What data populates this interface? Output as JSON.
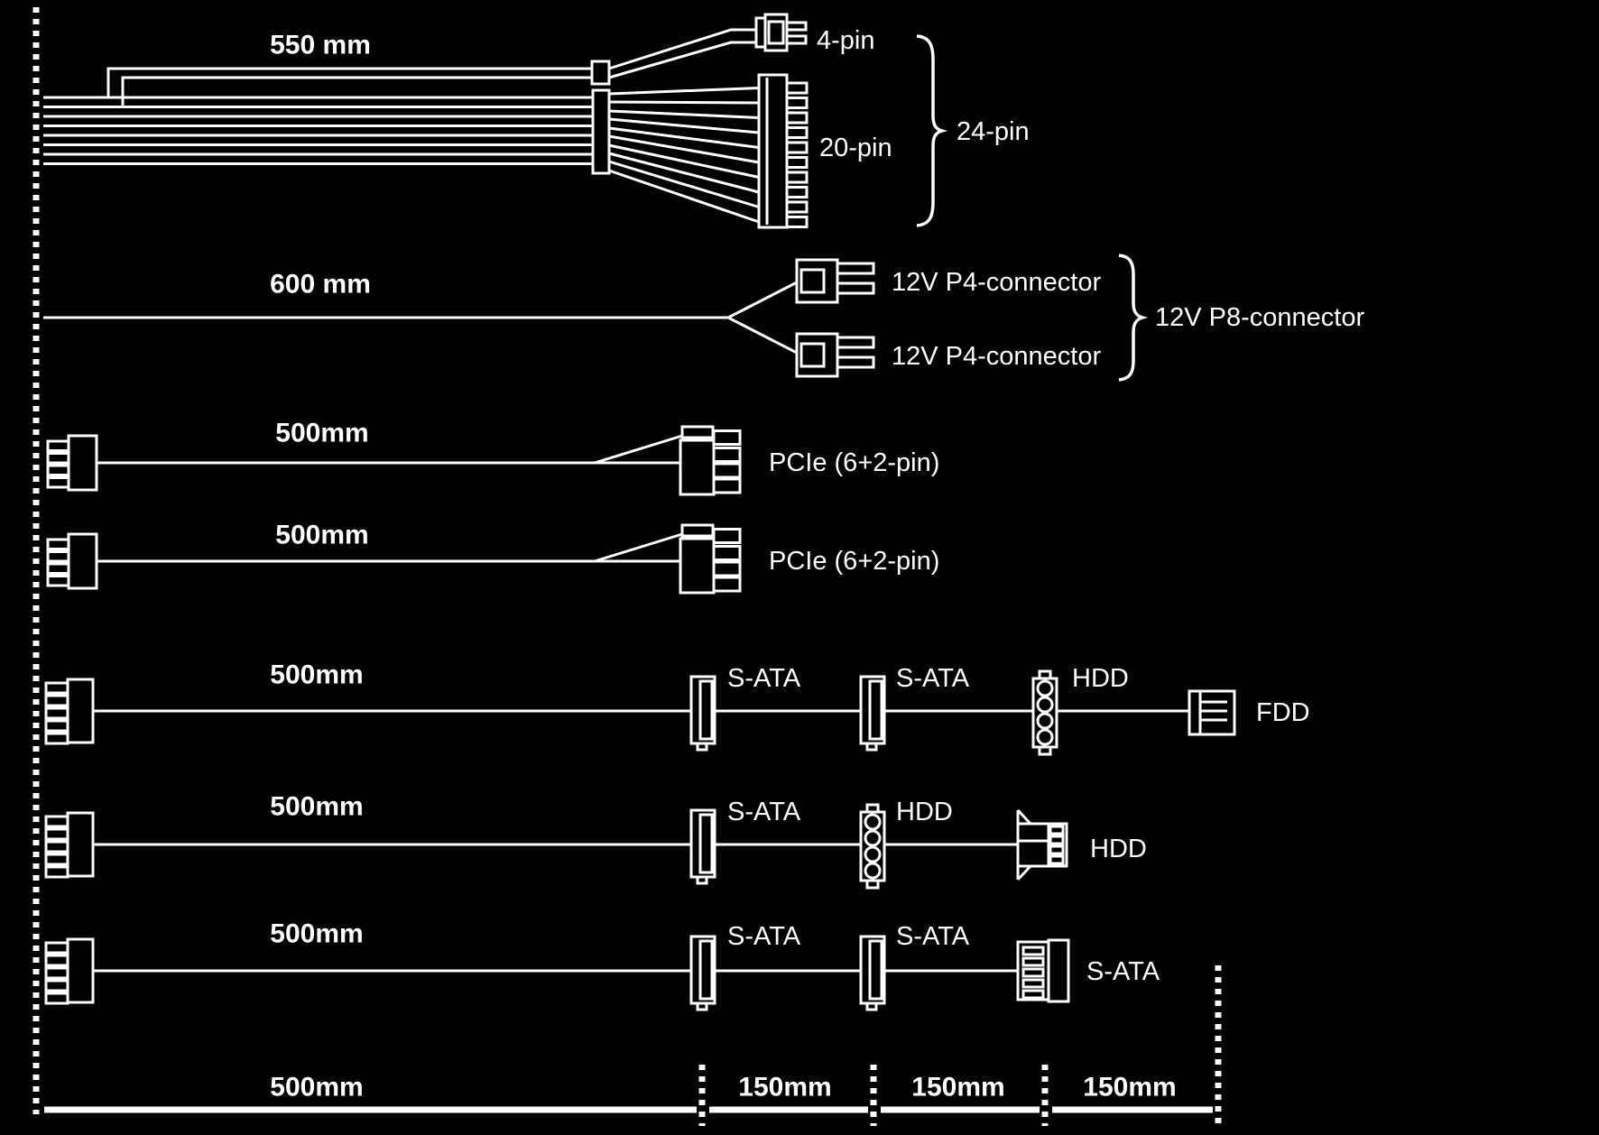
{
  "colors": {
    "background": "#000000",
    "line": "#ffffff"
  },
  "atx": {
    "length": "550 mm",
    "connector_4pin": "4-pin",
    "connector_20pin": "20-pin",
    "connector_24pin": "24-pin"
  },
  "cpu": {
    "length": "600 mm",
    "p4_top": "12V P4-connector",
    "p4_bottom": "12V P4-connector",
    "p8": "12V P8-connector"
  },
  "pcie1": {
    "length": "500mm",
    "connector": "PCIe (6+2-pin)"
  },
  "pcie2": {
    "length": "500mm",
    "connector": "PCIe (6+2-pin)"
  },
  "peripheral1": {
    "length": "500mm",
    "conn1": "S-ATA",
    "conn2": "S-ATA",
    "conn3": "HDD",
    "conn4": "FDD"
  },
  "peripheral2": {
    "length": "500mm",
    "conn1": "S-ATA",
    "conn2": "HDD",
    "conn3": "HDD"
  },
  "peripheral3": {
    "length": "500mm",
    "conn1": "S-ATA",
    "conn2": "S-ATA",
    "conn3": "S-ATA"
  },
  "ruler": {
    "seg500": "500mm",
    "seg150a": "150mm",
    "seg150b": "150mm",
    "seg150c": "150mm"
  }
}
